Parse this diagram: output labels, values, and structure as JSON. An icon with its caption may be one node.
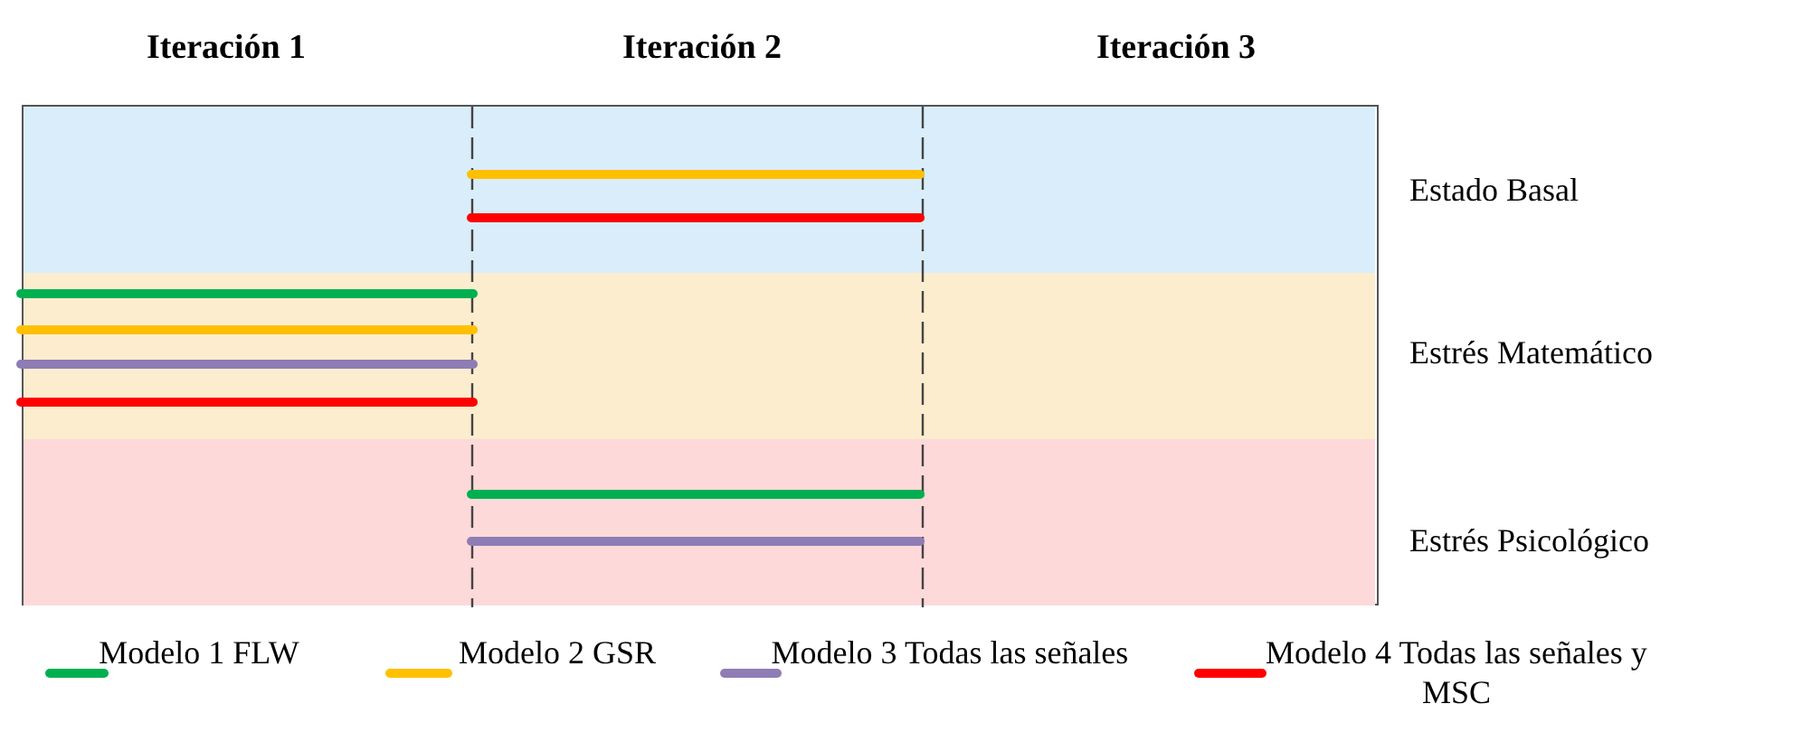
{
  "diagram": {
    "nodes": [
      {
        "text": [],
        "shape": "band",
        "beside": [
          "Estado Basal"
        ]
      },
      {
        "text": [],
        "shape": "bar",
        "in": 0
      },
      {
        "text": [],
        "shape": "bar",
        "in": 0
      },
      {
        "text": [],
        "shape": "band",
        "beside": [
          "Estrés Matemático"
        ]
      },
      {
        "text": [],
        "shape": "bar",
        "in": 3
      },
      {
        "text": [],
        "shape": "bar",
        "in": 3
      },
      {
        "text": [],
        "shape": "bar",
        "in": 3
      },
      {
        "text": [],
        "shape": "bar",
        "in": 3
      },
      {
        "text": [],
        "shape": "band",
        "beside": [
          "Estrés Psicológico"
        ]
      },
      {
        "text": [],
        "shape": "bar",
        "in": 8
      },
      {
        "text": [],
        "shape": "bar",
        "in": 8
      }
    ],
    "labels": [
      "Iteración 1",
      "Iteración 2",
      "Iteración 3"
    ],
    "legend": [
      {
        "text": "Modelo 1 FLW",
        "color": "#00b050"
      },
      {
        "text": "Modelo 2 GSR",
        "color": "#ffc000"
      },
      {
        "text": "Modelo 3 Todas las señales",
        "color": "#8e7cb5"
      },
      {
        "text": "Modelo 4 Todas las señales y MSC",
        "color": "#ff0000"
      }
    ]
  }
}
